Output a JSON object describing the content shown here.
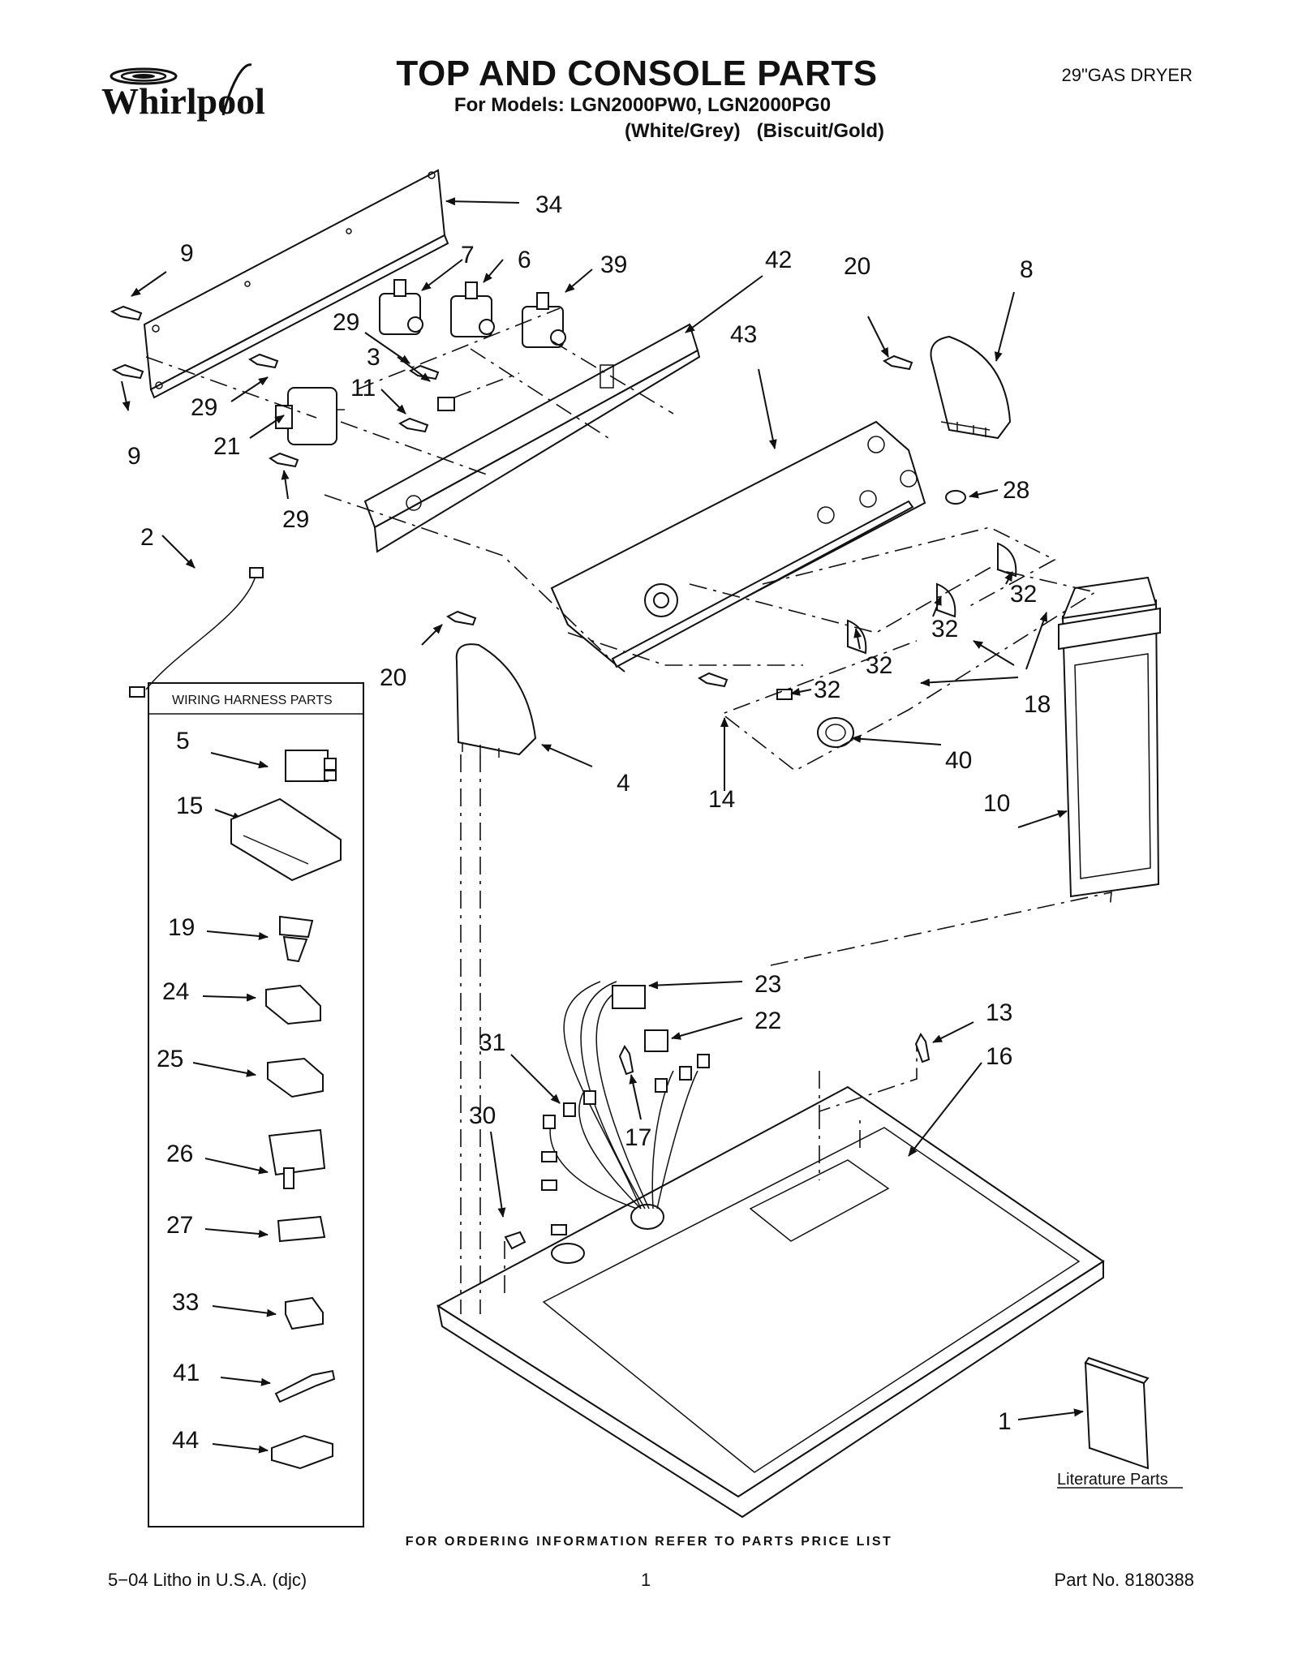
{
  "header": {
    "brand": "Whirlpool",
    "title": "TOP AND CONSOLE PARTS",
    "models": "For Models: LGN2000PW0, LGN2000PG0",
    "colors": "(White/Grey)   (Biscuit/Gold)",
    "product_type": "29\"GAS DRYER"
  },
  "diagram": {
    "callouts": [
      "34",
      "9",
      "7",
      "6",
      "39",
      "42",
      "20",
      "8",
      "29",
      "3",
      "43",
      "11",
      "29",
      "21",
      "9",
      "29",
      "28",
      "2",
      "32",
      "32",
      "32",
      "32",
      "20",
      "18",
      "40",
      "4",
      "14",
      "10",
      "23",
      "22",
      "13",
      "31",
      "16",
      "17",
      "30",
      "1"
    ],
    "harness_box": {
      "title": "WIRING HARNESS PARTS",
      "items": [
        "5",
        "15",
        "19",
        "24",
        "25",
        "26",
        "27",
        "33",
        "41",
        "44"
      ]
    },
    "literature_label": "Literature Parts"
  },
  "footer": {
    "ordering_note": "FOR ORDERING INFORMATION REFER TO PARTS PRICE LIST",
    "litho": "5−04 Litho in U.S.A. (djc)",
    "page": "1",
    "part_number": "Part No. 8180388"
  }
}
